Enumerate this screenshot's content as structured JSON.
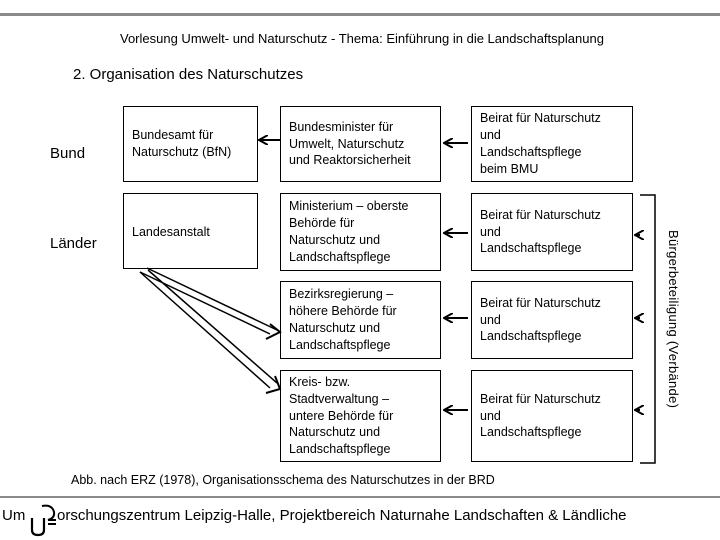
{
  "header": "Vorlesung Umwelt- und Naturschutz - Thema: Einführung in die Landschaftsplanung",
  "section_title": "2. Organisation des Naturschutzes",
  "levels": {
    "bund": "Bund",
    "laender": "Länder"
  },
  "boxes": {
    "bfn": [
      "Bundesamt für",
      "Naturschutz (BfN)"
    ],
    "landesanstalt": [
      "Landesanstalt"
    ],
    "bundesminister": [
      "Bundesminister für",
      "Umwelt, Naturschutz",
      "und Reaktorsicherheit"
    ],
    "ministerium": [
      "Ministerium – oberste",
      "Behörde für",
      "Naturschutz und",
      "Landschaftspflege"
    ],
    "bezirk": [
      "Bezirksregierung –",
      "höhere Behörde für",
      "Naturschutz und",
      "Landschaftspflege"
    ],
    "kreis": [
      "Kreis- bzw.",
      "Stadtverwaltung –",
      "untere Behörde für",
      "Naturschutz und",
      "Landschaftspflege"
    ],
    "beirat_bund": [
      "Beirat für Naturschutz",
      "und",
      "Landschaftspflege",
      "beim BMU"
    ],
    "beirat_land": [
      "Beirat für Naturschutz",
      "und",
      "Landschaftspflege"
    ],
    "beirat_bezirk": [
      "Beirat für Naturschutz",
      "und",
      "Landschaftspflege"
    ],
    "beirat_kreis": [
      "Beirat für Naturschutz",
      "und",
      "Landschaftspflege"
    ]
  },
  "side_label": "Bürgerbeteiligung (Verbände)",
  "caption": "Abb. nach ERZ (1978), Organisationsschema des Naturschutzes in der BRD",
  "footer": {
    "prefix": "Um",
    "text": "orschungszentrum Leipzig-Halle, Projektbereich Naturnahe Landschaften & Ländliche"
  }
}
